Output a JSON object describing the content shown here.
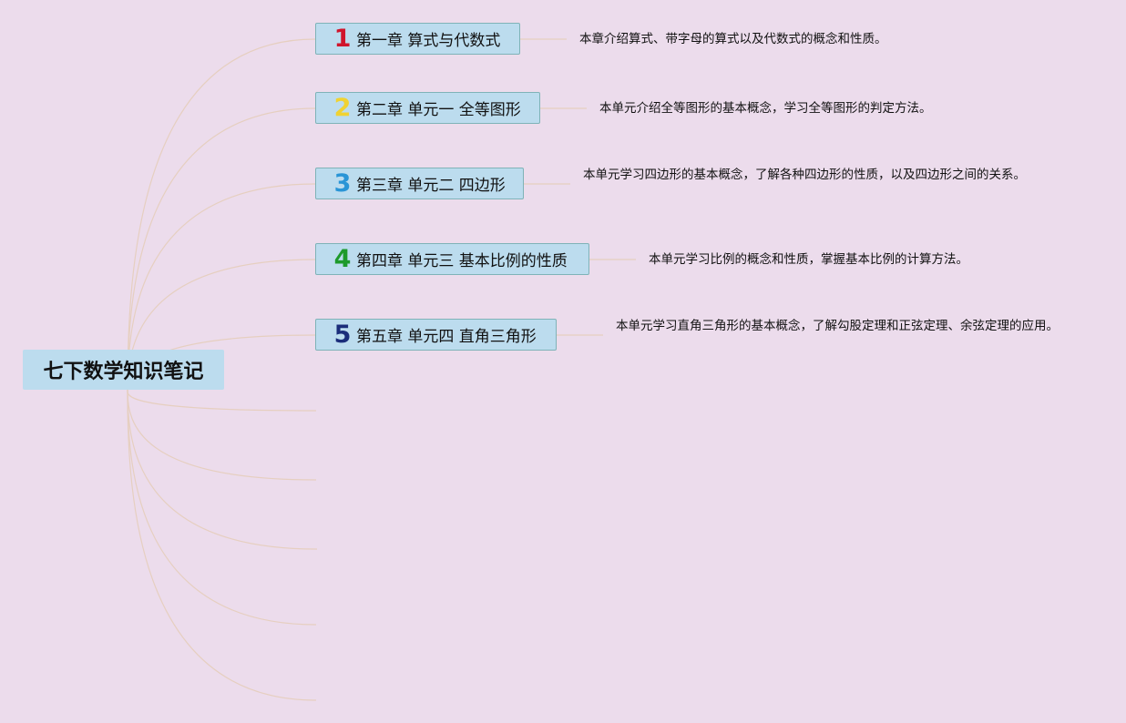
{
  "root": {
    "label": "七下数学知识笔记"
  },
  "chapters": [
    {
      "icon": "number-1-icon",
      "number": "1",
      "color": "#d0152c",
      "label": "第一章 算式与代数式",
      "description": "本章介绍算式、带字母的算式以及代数式的概念和性质。"
    },
    {
      "icon": "number-2-icon",
      "number": "2",
      "color": "#f0d232",
      "label": "第二章 单元一 全等图形",
      "description": "本单元介绍全等图形的基本概念，学习全等图形的判定方法。"
    },
    {
      "icon": "number-3-icon",
      "number": "3",
      "color": "#2a95d6",
      "label": "第三章 单元二 四边形",
      "description": "本单元学习四边形的基本概念，了解各种四边形的性质，以及四边形之间的关系。"
    },
    {
      "icon": "number-4-icon",
      "number": "4",
      "color": "#1e9a2c",
      "label": "第四章 单元三 基本比例的性质",
      "description": "本单元学习比例的概念和性质，掌握基本比例的计算方法。"
    },
    {
      "icon": "number-5-icon",
      "number": "5",
      "color": "#1b2d7a",
      "label": "第五章 单元四 直角三角形",
      "description": "本单元学习直角三角形的基本概念，了解勾股定理和正弦定理、余弦定理的应用。"
    }
  ],
  "colors": {
    "background": "#ecdcec",
    "node_fill": "#bcdcee",
    "node_border": "#7fb3b8",
    "connector": "#e6cfc0"
  }
}
